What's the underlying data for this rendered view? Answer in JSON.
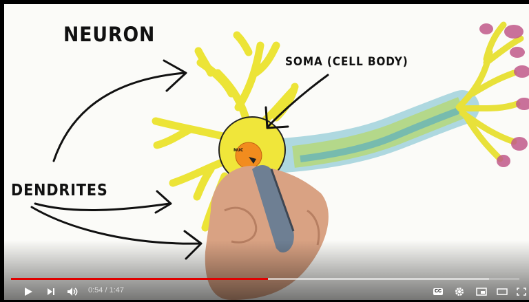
{
  "video": {
    "title_label": "NEURON",
    "soma_label": "SOMA (CELL BODY)",
    "dendrites_label": "DENDRITES",
    "nucleus_label": "NUC"
  },
  "player": {
    "current_time": "0:54",
    "duration": "1:47",
    "time_display": "0:54 / 1:47",
    "progress_played_fraction": 0.505,
    "progress_loaded_fraction": 0.94,
    "cc_label": "CC",
    "accent_color": "#e00000",
    "icons": [
      "play-icon",
      "next-icon",
      "volume-icon",
      "cc-icon",
      "settings-icon",
      "miniplayer-icon",
      "theater-icon",
      "fullscreen-icon"
    ]
  }
}
